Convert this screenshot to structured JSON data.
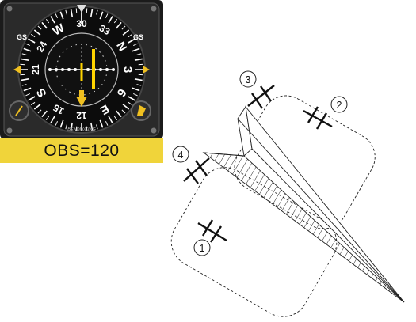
{
  "instrument": {
    "obs_label": "OBS=120",
    "heading_indices": [
      "33",
      "N",
      "3",
      "6",
      "E",
      "12",
      "15",
      "S",
      "21",
      "24",
      "W",
      "30"
    ],
    "gs_left": "GS",
    "gs_right": "GS",
    "brand": "BENDIX/KING",
    "colors": {
      "bezel": "#1a1a1a",
      "dial": "#0c0c0c",
      "marking": "#ffffff",
      "needle": "#ffd400",
      "flag_arrow": "#f0c020",
      "obs_panel": "#f0d43a"
    }
  },
  "diagram": {
    "points": [
      {
        "id": "p1",
        "label": "1"
      },
      {
        "id": "p2",
        "label": "2"
      },
      {
        "id": "p3",
        "label": "3"
      },
      {
        "id": "p4",
        "label": "4"
      }
    ]
  }
}
